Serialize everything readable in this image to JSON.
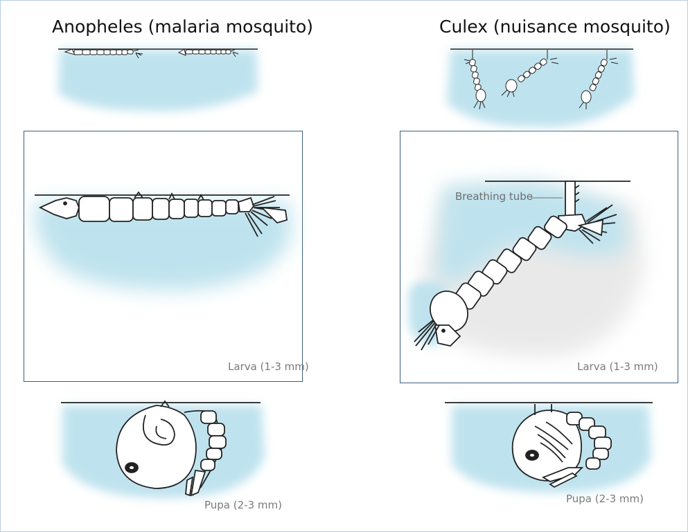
{
  "titles": {
    "anopheles": "Anopheles (malaria mosquito)",
    "culex": "Culex (nuisance mosquito)"
  },
  "captions": {
    "larva_left": "Larva (1-3 mm)",
    "larva_right": "Larva (1-3 mm)",
    "pupa_left": "Pupa (2-3 mm)",
    "pupa_right": "Pupa (2-3 mm)",
    "breathing_tube": "Breathing tube"
  },
  "colors": {
    "water": "#bfe3ee",
    "panel_border": "#3b5e80",
    "frame_border": "#b9cde2"
  }
}
